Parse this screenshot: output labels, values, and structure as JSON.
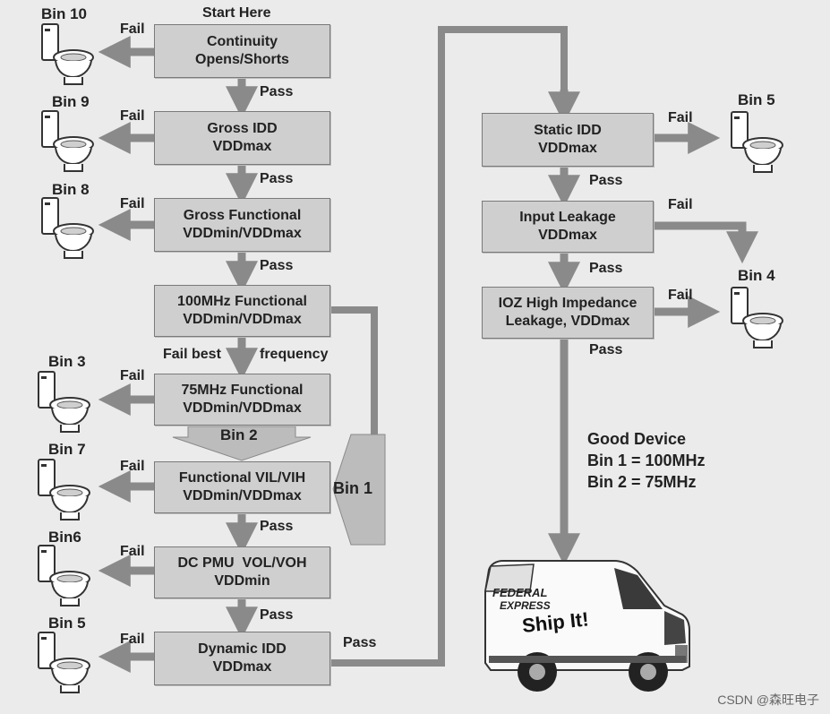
{
  "start_label": "Start Here",
  "boxes": {
    "continuity": [
      "Continuity",
      "Opens/Shorts"
    ],
    "gross_idd": [
      "Gross IDD",
      "VDDmax"
    ],
    "gross_func": [
      "Gross Functional",
      "VDDmin/VDDmax"
    ],
    "f100": [
      "100MHz Functional",
      "VDDmin/VDDmax"
    ],
    "f75": [
      "75MHz Functional",
      "VDDmin/VDDmax"
    ],
    "vil_vih": [
      "Functional VIL/VIH",
      "VDDmin/VDDmax"
    ],
    "dc_pmu": [
      "DC PMU  VOL/VOH",
      "VDDmin"
    ],
    "dyn_idd": [
      "Dynamic IDD",
      "VDDmax"
    ],
    "static_idd": [
      "Static IDD",
      "VDDmax"
    ],
    "input_leak": [
      "Input Leakage",
      "VDDmax"
    ],
    "ioz": [
      "IOZ High Impedance",
      "Leakage, VDDmax"
    ]
  },
  "labels": {
    "fail": "Fail",
    "pass": "Pass",
    "fail_best": "Fail best",
    "frequency": "frequency",
    "bin2_arrow": "Bin 2",
    "bin1_arrow": "Bin 1"
  },
  "bins": {
    "b10": "Bin 10",
    "b9": "Bin 9",
    "b8": "Bin 8",
    "b3": "Bin 3",
    "b7": "Bin 7",
    "b6": "Bin6",
    "b5_left": "Bin 5",
    "b5_right": "Bin 5",
    "b4": "Bin 4"
  },
  "good_device": [
    "Good Device",
    "Bin 1 = 100MHz",
    "Bin 2 = 75MHz"
  ],
  "van": {
    "brand_1": "FEDERAL",
    "brand_2": "EXPRESS",
    "slogan": "Ship It!"
  },
  "watermark": "CSDN @森旺电子"
}
